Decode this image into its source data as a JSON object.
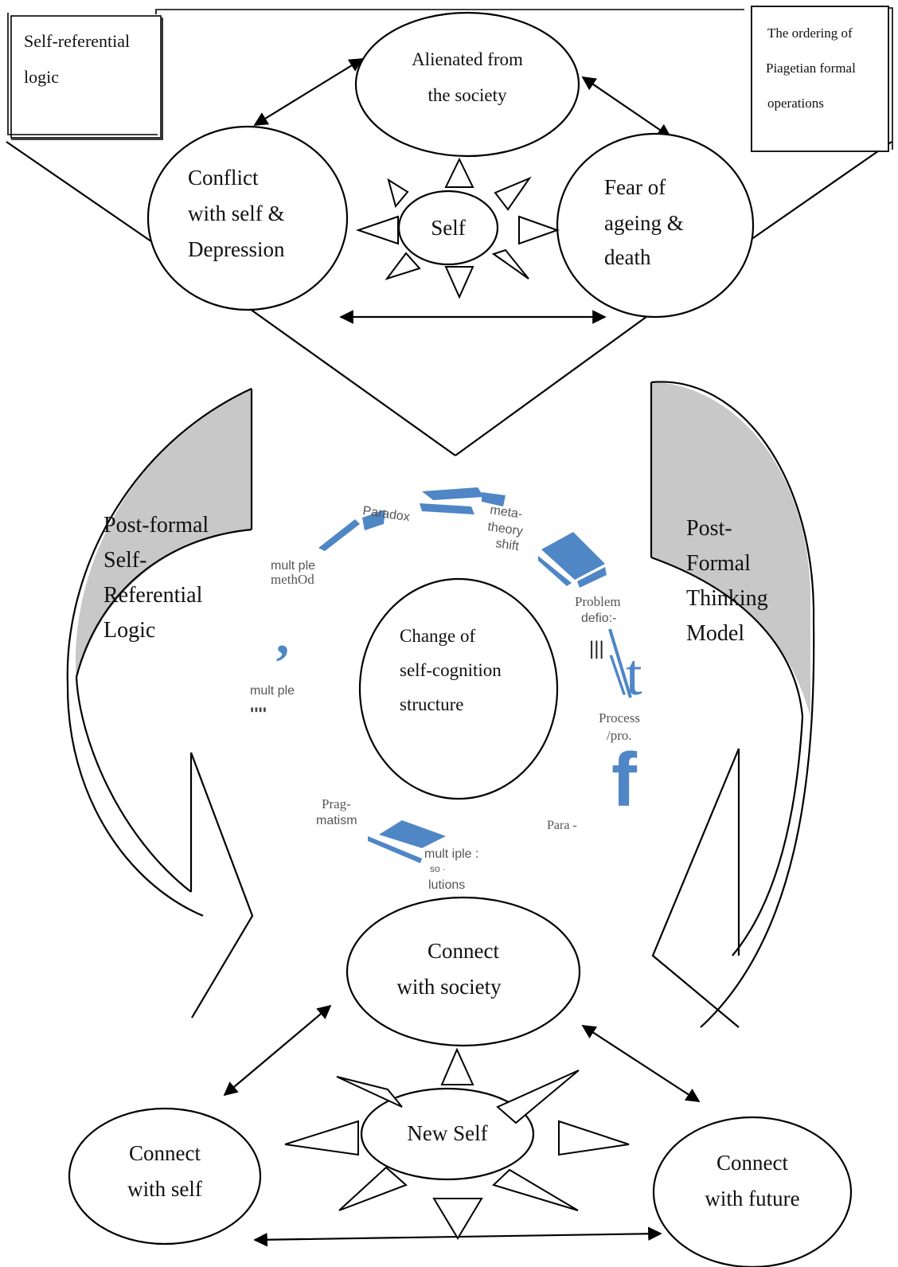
{
  "corner_boxes": {
    "left": [
      "Self-referential",
      "logic"
    ],
    "right": [
      "The ordering  of",
      "Piagetian  formal",
      "operations"
    ]
  },
  "top_cluster": {
    "alienated": [
      "Alienated from",
      "the society"
    ],
    "conflict": [
      "Conflict",
      "with self &",
      "Depression"
    ],
    "fear": [
      "Fear of",
      "ageing &",
      "death"
    ],
    "center": "Self"
  },
  "side_arrows": {
    "left": [
      "Post-formal",
      "Self-",
      "Referential",
      "Logic"
    ],
    "right": [
      "Post-",
      "Formal",
      "Thinking",
      "Model"
    ]
  },
  "middle": {
    "center": [
      "Change of",
      "self-cognition",
      "structure"
    ],
    "fragments": {
      "paradox": "Paradox",
      "meta": [
        "meta-",
        "theory",
        "shift"
      ],
      "problem": [
        "Problem",
        "defio:-"
      ],
      "process": [
        "Process",
        "/pro."
      ],
      "para": "Para -",
      "multiple_solutions": [
        "mult  iple  :",
        "so ·",
        "lutions"
      ],
      "pragmatism": [
        "Prag-",
        "matism"
      ],
      "multiple_method": [
        "mult ple",
        "methOd"
      ],
      "multiple": "mult  ple",
      "quote_marks": "''''",
      "bars": "|||",
      "comma_glyph": ",",
      "t_glyph": "\\t",
      "f_glyph": "f"
    }
  },
  "bottom_cluster": {
    "society": [
      "Connect",
      "with society"
    ],
    "self": [
      "Connect",
      "with self"
    ],
    "future": [
      "Connect",
      "with future"
    ],
    "center": "New Self"
  }
}
